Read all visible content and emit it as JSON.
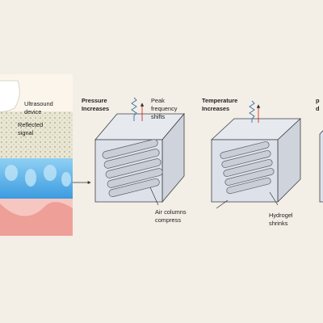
{
  "left_panel": {
    "device_label": "Ultrasound\ndevice",
    "signal_label": "Reflected\nsignal"
  },
  "panels": [
    {
      "title": "Pressure\nIncreases",
      "annotation": "Peak\nfrequency\nshifts",
      "effect": "Air columns\ncompress"
    },
    {
      "title": "Temperature\nIncreases",
      "effect": "Hydrogel\nshrinks"
    },
    {
      "title": "p\nd"
    }
  ],
  "colors": {
    "background": "#f3efe6",
    "cube_face": "#dde2ea",
    "cube_stroke": "#3b3f45",
    "tube": "#c9ced6",
    "wave_red": "#d8322c",
    "wave_blue": "#3a6ea8",
    "tissue_blue": "#5fb3e8",
    "skin_pink": "#f2b4ae"
  }
}
